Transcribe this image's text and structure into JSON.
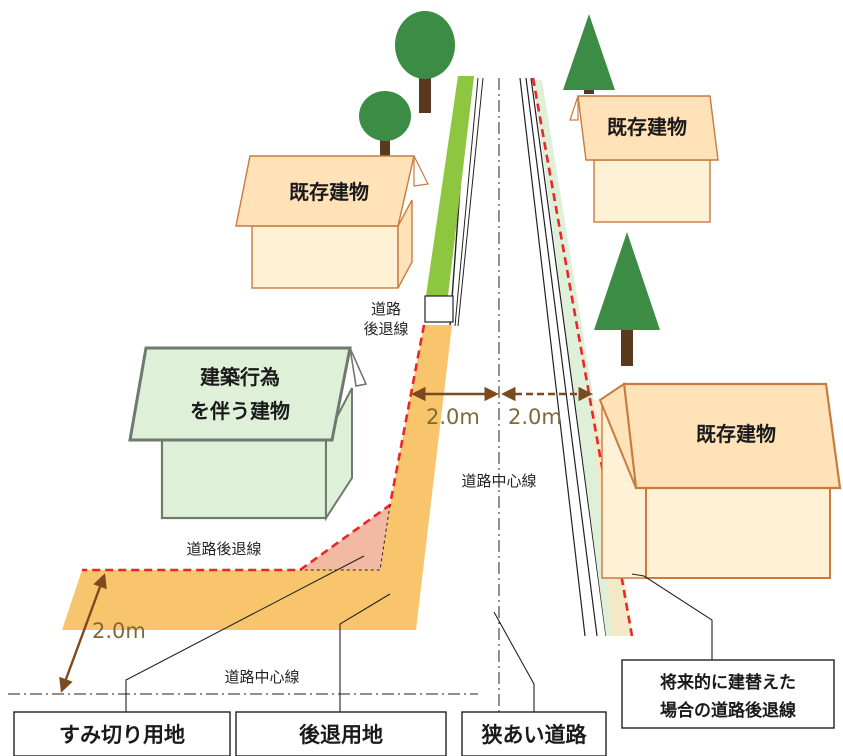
{
  "labels": {
    "existing_building": "既存建物",
    "construction_building_line1": "建築行為",
    "construction_building_line2": "を伴う建物",
    "setback_line_short_1": "道路",
    "setback_line_short_2": "後退線",
    "setback_line": "道路後退線",
    "road_center_line": "道路中心線",
    "dim_left": "2.0m",
    "dim_right": "2.0m",
    "dim_bottom": "2.0m",
    "future_line1": "将来的に建替えた",
    "future_line2": "場合の道路後退線"
  },
  "bottom_boxes": {
    "corner_cut": "すみ切り用地",
    "setback_land": "後退用地",
    "narrow_road": "狭あい道路"
  },
  "colors": {
    "setback_fill": "#F9C56C",
    "corner_cut_fill": "#F2B9A3",
    "hedge_green": "#8DC63F",
    "existing_wall": "#FFF1D6",
    "existing_roof": "#FFE2B8",
    "existing_stroke": "#C97B3E",
    "new_bldg_fill": "#DFF0D8",
    "new_bldg_stroke": "#6F7A6F",
    "red_dash": "#E8262B",
    "arrow_brown": "#7B4A1E",
    "tree_green": "#3C8C45",
    "tree_trunk": "#5A3A1E"
  }
}
